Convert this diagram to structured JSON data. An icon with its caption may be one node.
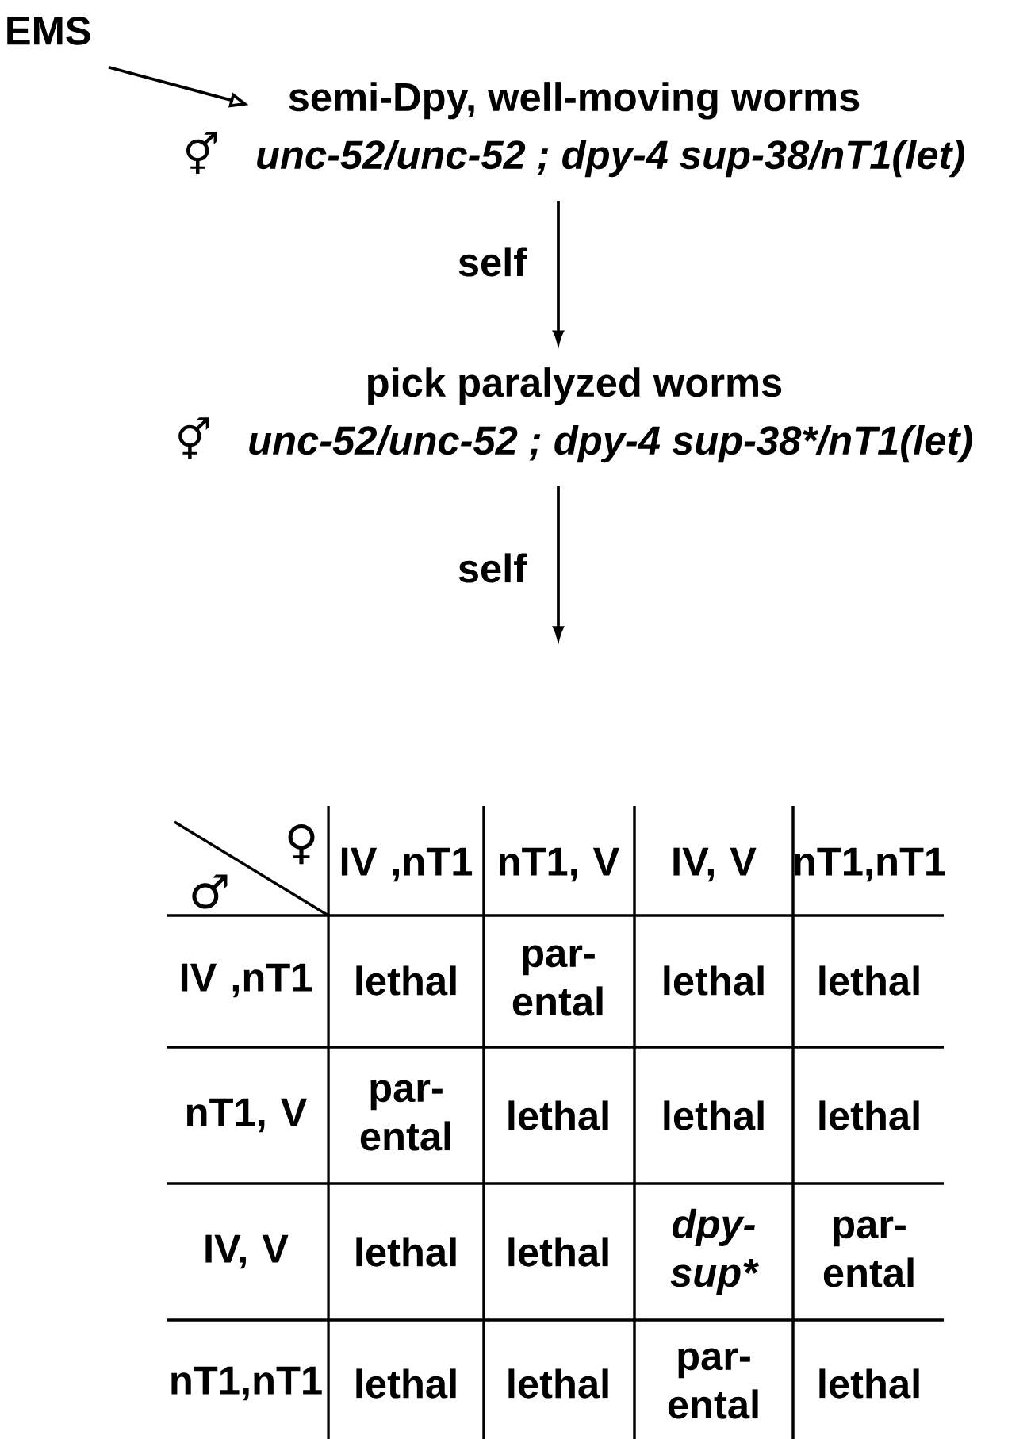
{
  "diagram": {
    "nodes": [
      {
        "text": [
          "EMS"
        ]
      },
      {
        "text": [
          "semi-Dpy, well-moving worms",
          "⚥",
          "unc-52/unc-52 ; dpy-4 sup-38/nT1(let)"
        ]
      },
      {
        "text": [
          "pick paralyzed worms",
          "⚥",
          "unc-52/unc-52 ; dpy-4 sup-38*/nT1(let)"
        ]
      }
    ],
    "edges": [
      {
        "from": 0,
        "to": 1,
        "arrow": "to"
      },
      {
        "from": 1,
        "to": 2,
        "arrow": "to",
        "label": "self"
      },
      {
        "from": 2,
        "to": null,
        "arrow": "to",
        "label": "self"
      }
    ],
    "labels": [
      "♀",
      "♂",
      "IV ,nT1",
      "nT1, V",
      "IV, V",
      "nT1,nT1",
      "IV ,nT1",
      "lethal",
      "par- ental",
      "lethal",
      "lethal",
      "nT1, V",
      "par- ental",
      "lethal",
      "lethal",
      "lethal",
      "IV, V",
      "lethal",
      "lethal",
      "dpy- sup*",
      "par- ental",
      "nT1,nT1",
      "lethal",
      "lethal",
      "par- ental",
      "lethal"
    ]
  }
}
